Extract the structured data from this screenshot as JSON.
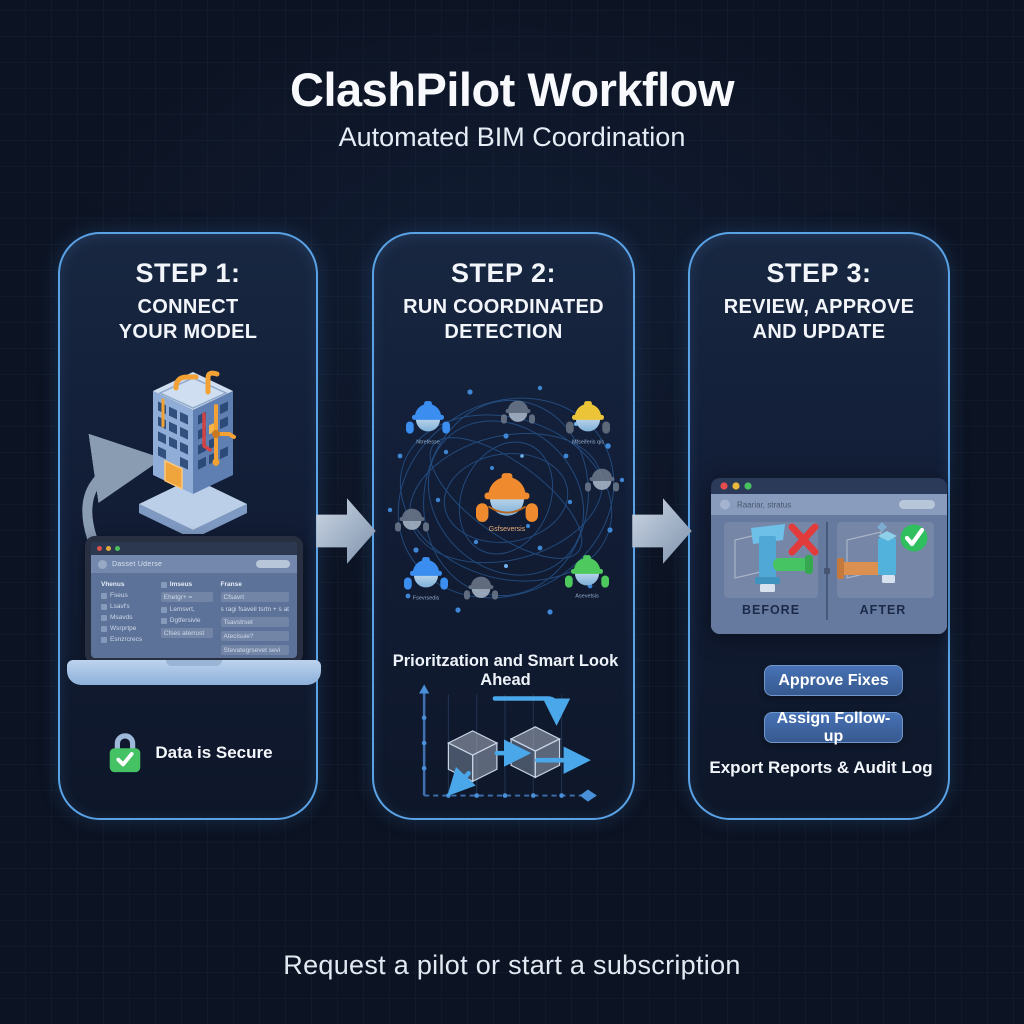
{
  "header": {
    "title": "ClashPilot Workflow",
    "subtitle": "Automated BIM Coordination"
  },
  "footer": {
    "cta": "Request a pilot or start a subscription"
  },
  "colors": {
    "background": "#0c1322",
    "panel_border": "#5aa2e6",
    "button_blue": "#3c67a9",
    "lock_green": "#45c364",
    "check_green": "#2fbf5f",
    "cross_red": "#e23b3b",
    "network_blue": "#3f87d4",
    "arrow_steel": "#9fb0c4"
  },
  "step1": {
    "step_label": "STEP 1:",
    "title_line1": "CONNECT",
    "title_line2": "YOUR MODEL",
    "laptop": {
      "window_title": "Dasset Uderse",
      "columns": [
        {
          "header": "Vhenus",
          "rows": [
            "Fseus",
            "Lsavl's",
            "Msavds",
            "Wsrprtpe",
            "Esnzrcrecs"
          ]
        },
        {
          "header": "Imseus",
          "rows": [
            "Ehetgr+ =",
            "Lemsvrt,",
            "Dgtfersivle",
            "Cfses aterrust"
          ]
        },
        {
          "header": "Franse",
          "rows": [
            "Cfsavrt",
            "s ragi fsaveil tsrtn + s at",
            "Tsavstrset",
            "Ateclsuie?",
            "Stevategrsevet  sevi"
          ]
        }
      ]
    },
    "secure_label": "Data is Secure"
  },
  "step2": {
    "step_label": "STEP 2:",
    "title_line1": "RUN COORDINATED",
    "title_line2": "DETECTION",
    "caption": "Prioritzation and Smart Look Ahead",
    "avatars": [
      {
        "id": "top-left",
        "color": "#3b8ef0",
        "label": "Ntrefesse"
      },
      {
        "id": "top-center",
        "color": "#6e7a8c",
        "label": ""
      },
      {
        "id": "top-right",
        "color": "#ecc438",
        "label": "Mfseiferis qis"
      },
      {
        "id": "mid-left",
        "color": "#6e7a8c",
        "label": ""
      },
      {
        "id": "center",
        "color": "#f08a2e",
        "label": "Gsfseversis"
      },
      {
        "id": "mid-right",
        "color": "#6e7a8c",
        "label": ""
      },
      {
        "id": "bottom-left",
        "color": "#3b8ef0",
        "label": "Fsevrsedis"
      },
      {
        "id": "bottom-center",
        "color": "#6e7a8c",
        "label": ""
      },
      {
        "id": "bottom-right",
        "color": "#4ec95e",
        "label": "Asevetsis"
      }
    ]
  },
  "step3": {
    "step_label": "STEP 3:",
    "title_line1": "REVIEW, APPROVE",
    "title_line2": "AND UPDATE",
    "window": {
      "title": "Raariar, stratus",
      "before_label": "BEFORE",
      "after_label": "AFTER"
    },
    "buttons": {
      "approve": "Approve Fixes",
      "assign": "Assign Follow-up"
    },
    "export_label": "Export Reports & Audit Log"
  }
}
